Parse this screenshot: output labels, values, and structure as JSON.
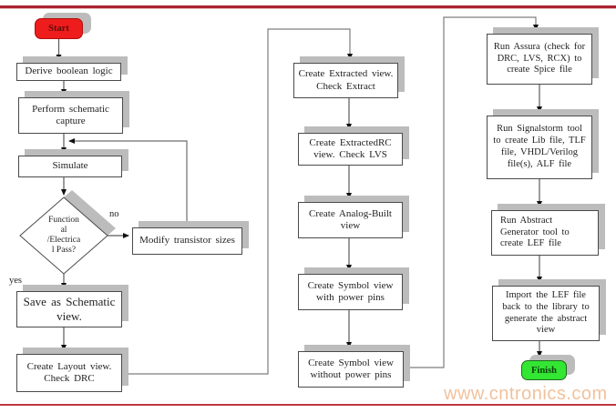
{
  "page": {
    "watermark": "www.cntronics.com",
    "accent_red": "#ab2430",
    "shadow_gray": "#bcbcbc",
    "start_fill": "#ee1c1c",
    "finish_fill": "#33e633"
  },
  "nodes": {
    "start": "Start",
    "derive_boolean_logic": "Derive boolean logic",
    "perform_schematic_capture": "Perform schematic\ncapture",
    "simulate": "Simulate",
    "decision": "Function\nal\n/Electrica\nl Pass?",
    "decision_yes": "yes",
    "decision_no": "no",
    "modify_transistor_sizes": "Modify transistor sizes",
    "save_as_schematic": "Save as Schematic\nview.",
    "create_layout": "Create Layout view.\nCheck DRC",
    "create_extracted": "Create Extracted view.\nCheck Extract",
    "create_extractedrc": "Create ExtractedRC\nview.  Check LVS",
    "create_analog_built": "Create Analog-Built\nview",
    "symbol_with_pins": "Create Symbol view\nwith power pins",
    "symbol_without_pins": "Create Symbol view\nwithout power pins",
    "run_assura": "Run Assura (check for\nDRC, LVS, RCX) to\ncreate Spice file",
    "run_signalstorm": "Run Signalstorm tool\nto create Lib file, TLF\nfile, VHDL/Verilog\nfile(s), ALF file",
    "run_abstract_generator": "Run Abstract\nGenerator tool to\ncreate LEF file",
    "import_lef": "Import the LEF file\nback to the library to\ngenerate the abstract\nview",
    "finish": "Finish"
  }
}
